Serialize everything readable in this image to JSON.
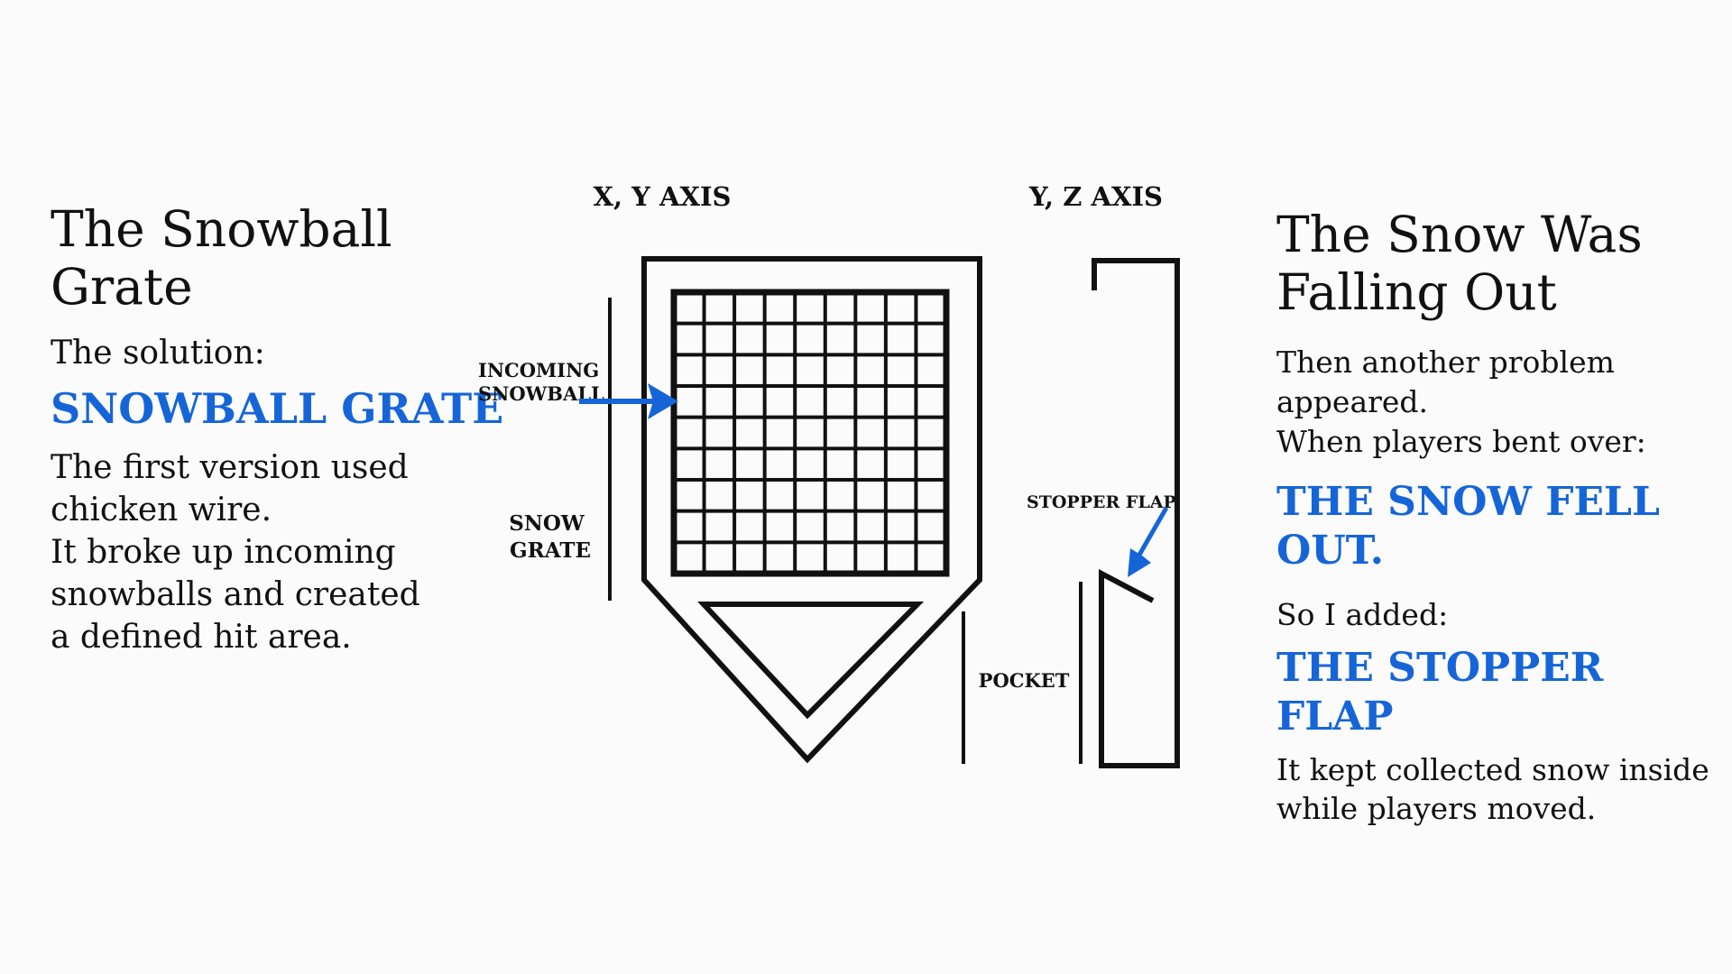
{
  "left": {
    "title": "The Snowball Grate",
    "solution_label": "The solution:",
    "accent": "SNOWBALL GRATE",
    "body_lines": [
      "The first version used",
      "chicken wire.",
      "It broke up incoming",
      "snowballs and created",
      "a defined hit area."
    ]
  },
  "right": {
    "title_lines": [
      "The Snow Was",
      "Falling Out"
    ],
    "paragraph1_lines": [
      "Then another problem",
      "appeared.",
      "When players bent over:"
    ],
    "accent1": "THE SNOW FELL OUT.",
    "paragraph2": "So I added:",
    "accent2": "THE STOPPER FLAP",
    "paragraph3_lines": [
      "It kept collected snow inside",
      "while players moved."
    ]
  },
  "diagram": {
    "xy_axis_label": "X, Y AXIS",
    "yz_axis_label": "Y, Z AXIS",
    "incoming_snowball_lines": [
      "INCOMING",
      "SNOWBALL"
    ],
    "snow_grate_lines": [
      "SNOW",
      "GRATE"
    ],
    "stopper_flap_label": "STOPPER FLAP",
    "pocket_label": "POCKET",
    "grid_cells": 9,
    "accent_color": "#1565d8",
    "line_color": "#111111"
  }
}
